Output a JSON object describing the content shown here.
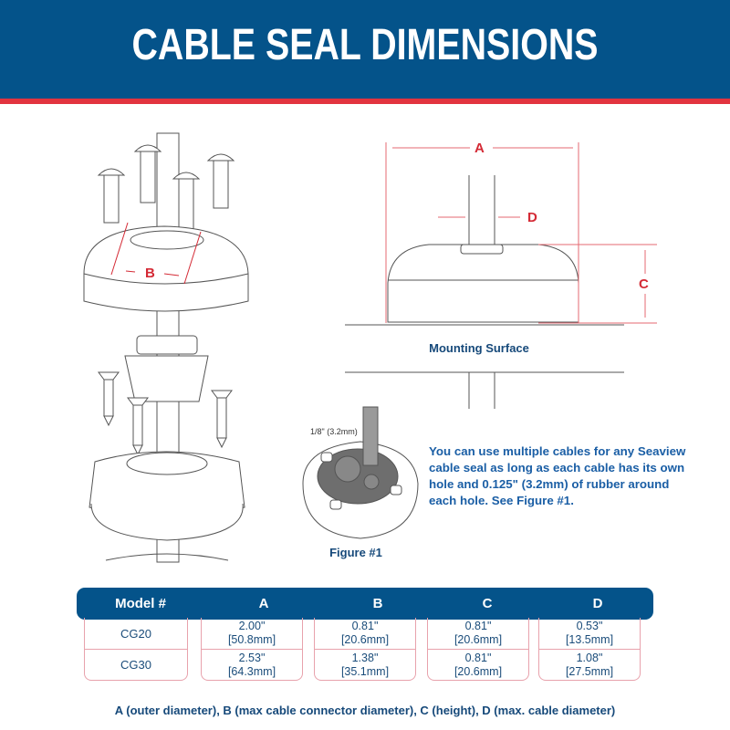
{
  "header": {
    "title": "CABLE SEAL DIMENSIONS",
    "bg_color": "#04538a",
    "stripe_color": "#e2343f"
  },
  "side_view": {
    "dimension_labels": {
      "a": "A",
      "b": "B",
      "c": "C",
      "d": "D"
    },
    "mounting_surface_label": "Mounting Surface",
    "dimension_color": "#d42a35"
  },
  "figure1": {
    "spacing_label": "1/8\" (3.2mm)",
    "caption": "Figure #1",
    "note": "You can use multiple cables for any Seaview cable seal as long as each cable has its own hole and 0.125\" (3.2mm) of rubber around each hole. See Figure #1."
  },
  "table": {
    "headers": [
      "Model #",
      "A",
      "B",
      "C",
      "D"
    ],
    "rows": [
      {
        "model": "CG20",
        "a": [
          "2.00\"",
          "[50.8mm]"
        ],
        "b": [
          "0.81\"",
          "[20.6mm]"
        ],
        "c": [
          "0.81\"",
          "[20.6mm]"
        ],
        "d": [
          "0.53\"",
          "[13.5mm]"
        ]
      },
      {
        "model": "CG30",
        "a": [
          "2.53\"",
          "[64.3mm]"
        ],
        "b": [
          "1.38\"",
          "[35.1mm]"
        ],
        "c": [
          "0.81\"",
          "[20.6mm]"
        ],
        "d": [
          "1.08\"",
          "[27.5mm]"
        ]
      }
    ]
  },
  "legend": "A (outer diameter), B (max cable connector diameter), C (height), D (max. cable diameter)"
}
